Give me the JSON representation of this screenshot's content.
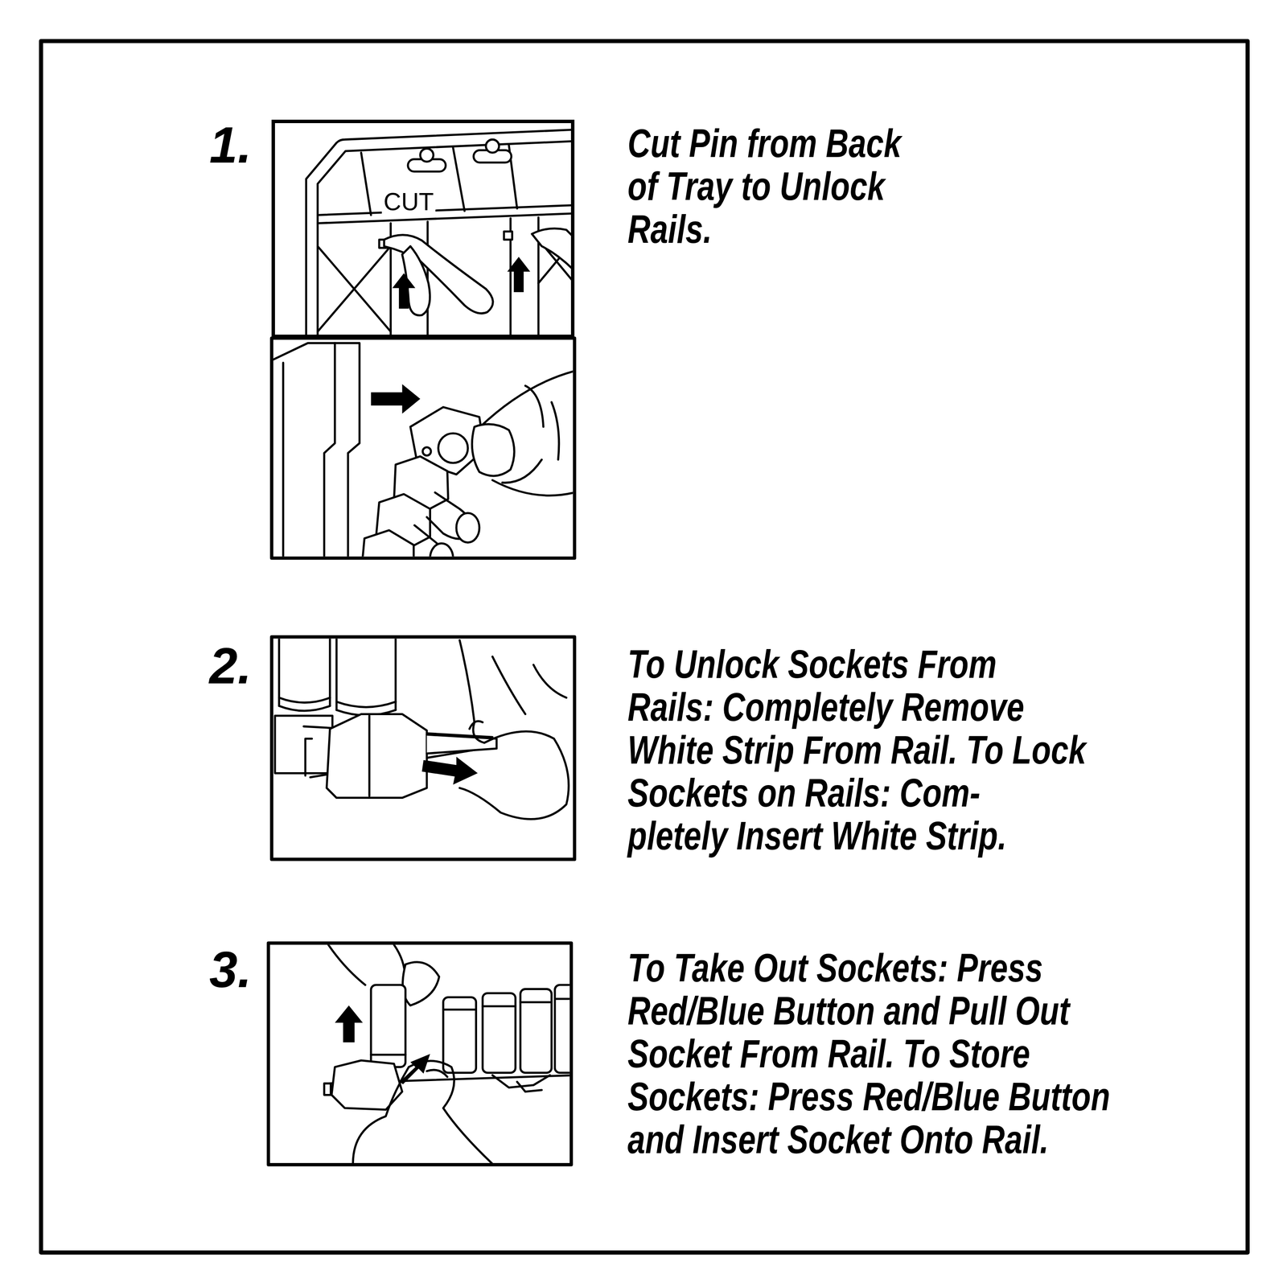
{
  "diagram": {
    "nodes": [
      {
        "text": [
          "CUT"
        ]
      }
    ],
    "labels": [
      "1.",
      "Cut Pin from Back of Tray to Unlock Rails.",
      "2.",
      "To Unlock Sockets From Rails: Completely Remove White Strip From Rail. To Lock Sockets on Rails: Com- pletely Insert White Strip.",
      "3.",
      "To Take Out Sockets: Press Red/Blue Button and Pull Out Socket From Rail. To Store Sockets: Press Red/Blue Button and Insert Socket Onto Rail."
    ]
  }
}
